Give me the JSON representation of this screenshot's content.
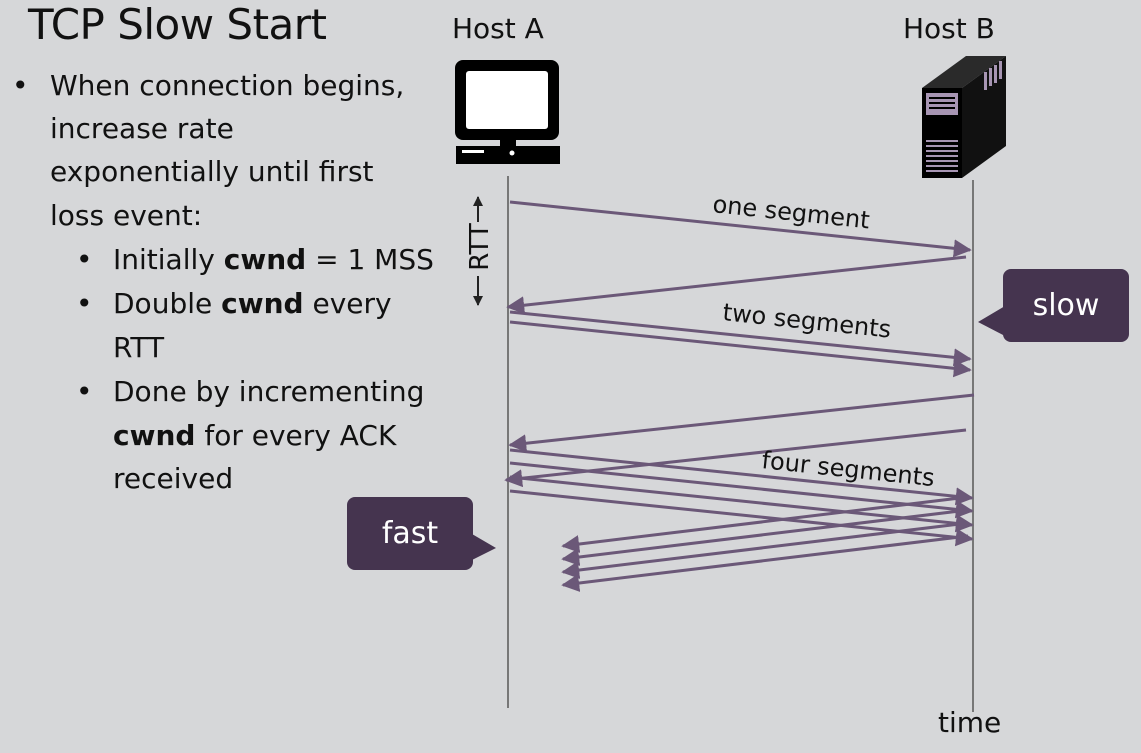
{
  "title": "TCP Slow Start",
  "bullets": {
    "main_lines": [
      "When connection begins,",
      "increase rate",
      "exponentially until first",
      "loss event:"
    ],
    "sub": [
      {
        "pre": "Initially ",
        "bold": "cwnd",
        "post": " = 1 MSS"
      },
      {
        "pre": "Double ",
        "bold": "cwnd",
        "post": " every",
        "line2": "RTT"
      },
      {
        "pre": "Done by incrementing",
        "bold2": "cwnd",
        "post2": " for every ACK",
        "line3": "received"
      }
    ]
  },
  "hosts": {
    "a": "Host A",
    "b": "Host B"
  },
  "rtt_label": "RTT",
  "segment_labels": {
    "one": "one segment",
    "two": "two segments",
    "four": "four segments"
  },
  "callouts": {
    "slow": "slow",
    "fast": "fast"
  },
  "time_label": "time",
  "colors": {
    "arrow": "#6b5878",
    "callout": "#45344f",
    "background": "#d6d7d9"
  },
  "icons": {
    "host_a": "desktop-computer-icon",
    "host_b": "server-tower-icon"
  }
}
